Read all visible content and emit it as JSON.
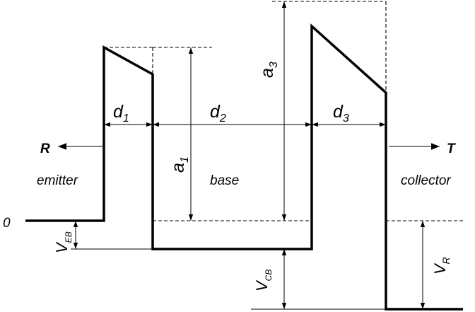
{
  "regions": {
    "emitter": "emitter",
    "base": "base",
    "collector": "collector"
  },
  "directions": {
    "left": "R",
    "right": "T"
  },
  "zero_level": "0",
  "widths": {
    "d1": {
      "main": "d",
      "sub": "1"
    },
    "d2": {
      "main": "d",
      "sub": "2"
    },
    "d3": {
      "main": "d",
      "sub": "3"
    }
  },
  "heights": {
    "a1": {
      "main": "a",
      "sub": "1"
    },
    "a3": {
      "main": "a",
      "sub": "3"
    }
  },
  "voltages": {
    "veb": {
      "main": "V",
      "sub": "EB"
    },
    "vcb": {
      "main": "V",
      "sub": "CB"
    },
    "vr": {
      "main": "V",
      "sub": "R"
    }
  }
}
